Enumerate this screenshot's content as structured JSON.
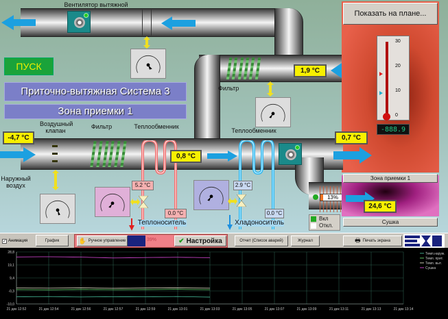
{
  "diagram": {
    "exhaust_fan_label": "Вентилятор вытяжной",
    "start_button": "ПУСК",
    "system_title": "Приточно-вытяжная Система 3",
    "zone_title": "Зона приемки 1",
    "show_on_plan_button": "Показать на плане...",
    "air_valve_label": "Воздушный клапан",
    "filter_label": "Фильтр",
    "heater_label": "Теплообменник",
    "exhaust_filter_label": "Фильтр",
    "cooler_label": "Теплообменник",
    "outdoor_air_label": "Наружный воздух",
    "heat_carrier_label": "Теплоноситель",
    "coolant_label": "Хладоноситель",
    "outdoor_temp": "-4,7 °C",
    "after_heater_temp": "0,8 °C",
    "supply_temp": "0,7 °C",
    "return_air_temp": "1,9 °C",
    "heater_supply_temp": "5.2 °C",
    "heater_return_temp": "0.0 °C",
    "cooler_supply_temp": "2.9 °C",
    "cooler_return_temp": "0.0 °C",
    "dryer_temp": "24,6 °C",
    "dryer_percent": "13%",
    "zone_panel_label": "Зона приемки 1",
    "dryer_panel_label": "Сушка",
    "digital_readout": "-888.9",
    "legend_on": "Вкл",
    "legend_off": "Откл.",
    "thermometer": {
      "min": 0,
      "max": 30,
      "ticks": [
        "30",
        "20",
        "10",
        "0"
      ],
      "setpoint_high": 17,
      "setpoint_low": 10
    },
    "gauge_ticks": [
      "0",
      "10",
      "20",
      "30",
      "40",
      "50",
      "60",
      "70",
      "80",
      "90",
      "100"
    ],
    "colors": {
      "hot": "#f06060",
      "cold": "#30b0e8",
      "accent_yellow": "#f8f000",
      "zone_red": "#e05a40",
      "dryer_pink": "#d060b0"
    }
  },
  "toolbar": {
    "animation_checkbox": "Анимация",
    "animation_checked": true,
    "graph_button": "График",
    "manual_control_button": "Ручное управление",
    "manual_percent": "39%",
    "manual_fraction": 0.39,
    "settings_button": "Настройка",
    "report_button": "Отчет (Список аварий)",
    "journal_button": "Журнал",
    "print_button": "Печать экрана"
  },
  "chart_data": {
    "type": "line",
    "title": "",
    "xlabel": "",
    "ylabel": "",
    "ylim": [
      -10.0,
      28.8
    ],
    "yticks": [
      "28,8",
      "19,1",
      "9,4",
      "-0,3",
      "-10,0"
    ],
    "xticks": [
      "21 дек 12:52",
      "21 дек 12:54",
      "21 дек 12:56",
      "21 дек 12:57",
      "21 дек 12:59",
      "21 дек 13:01",
      "21 дек 13:03",
      "21 дек 13:05",
      "21 дек 13:07",
      "21 дек 13:09",
      "21 дек 13:11",
      "21 дек 13:13",
      "21 дек 13:14"
    ],
    "grid": true,
    "legend_position": "right",
    "series": [
      {
        "name": "Темп.наруж.",
        "color": "#3fa88a",
        "values": [
          -4.7,
          -4.5,
          -4.8,
          -4.6,
          -4.7,
          -4.5,
          -4.9,
          -4.6,
          -4.7,
          -4.6,
          -4.8,
          -4.5,
          -4.7
        ]
      },
      {
        "name": "Темп. прит.",
        "color": "#5cc060",
        "values": [
          0.7,
          0.5,
          0.8,
          0.6,
          0.7,
          0.9,
          0.6,
          0.7,
          0.8,
          0.6,
          0.7,
          0.8,
          0.7
        ]
      },
      {
        "name": "Темп. выт.",
        "color": "#c8c8b0",
        "values": [
          1.9,
          1.8,
          2.0,
          1.7,
          1.9,
          2.0,
          1.8,
          1.9,
          1.8,
          2.0,
          1.9,
          1.8,
          1.9
        ]
      },
      {
        "name": "Сушка",
        "color": "#c040c0",
        "values": [
          25.0,
          25.2,
          24.9,
          24.3,
          24.6,
          24.8,
          24.5,
          24.7,
          24.4,
          24.6,
          24.8,
          24.5,
          24.6
        ]
      }
    ]
  }
}
